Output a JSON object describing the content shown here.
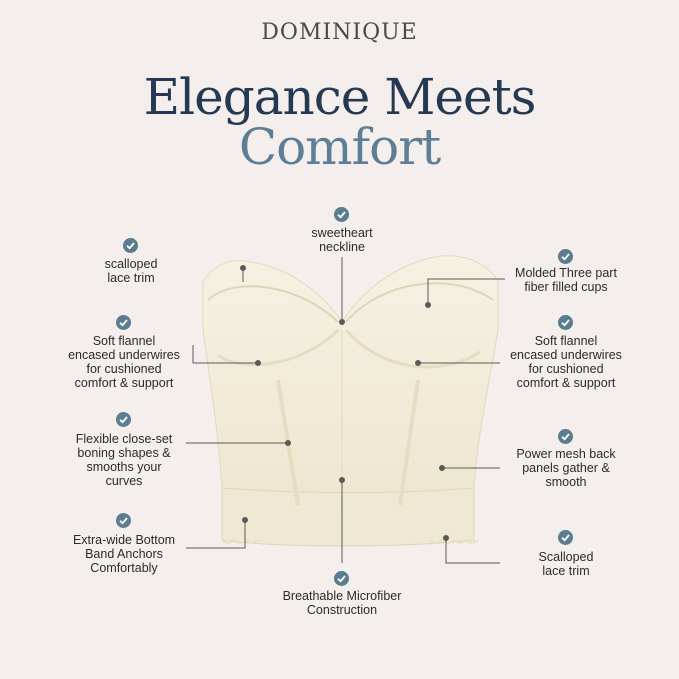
{
  "brand": "DOMINIQUE",
  "title": {
    "line1": "Elegance Meets",
    "line2": "Comfort"
  },
  "features": [
    {
      "id": "sweetheart-neckline",
      "lines": [
        "sweetheart",
        "neckline"
      ]
    },
    {
      "id": "scalloped-lace-trim-top",
      "lines": [
        "scalloped",
        "lace trim"
      ]
    },
    {
      "id": "molded-cups",
      "lines": [
        "Molded Three part",
        "fiber filled cups"
      ]
    },
    {
      "id": "underwires-left",
      "lines": [
        "Soft flannel",
        "encased underwires",
        "for cushioned",
        "comfort & support"
      ]
    },
    {
      "id": "underwires-right",
      "lines": [
        "Soft flannel",
        "encased underwires",
        "for cushioned",
        "comfort & support"
      ]
    },
    {
      "id": "boning",
      "lines": [
        "Flexible close-set",
        "boning shapes &",
        "smooths your",
        "curves"
      ]
    },
    {
      "id": "power-mesh",
      "lines": [
        "Power mesh back",
        "panels gather &",
        "smooth"
      ]
    },
    {
      "id": "bottom-band",
      "lines": [
        "Extra-wide Bottom",
        "Band Anchors",
        "Comfortably"
      ]
    },
    {
      "id": "scalloped-lace-trim-bottom",
      "lines": [
        "Scalloped",
        "lace trim"
      ]
    },
    {
      "id": "microfiber",
      "lines": [
        "Breathable Microfiber",
        "Construction"
      ]
    }
  ],
  "colors": {
    "background": "#f4efec",
    "title_dark": "#253a52",
    "title_light": "#5e7d96",
    "check": "#5c7c90",
    "garment": "#f2ecd9"
  }
}
